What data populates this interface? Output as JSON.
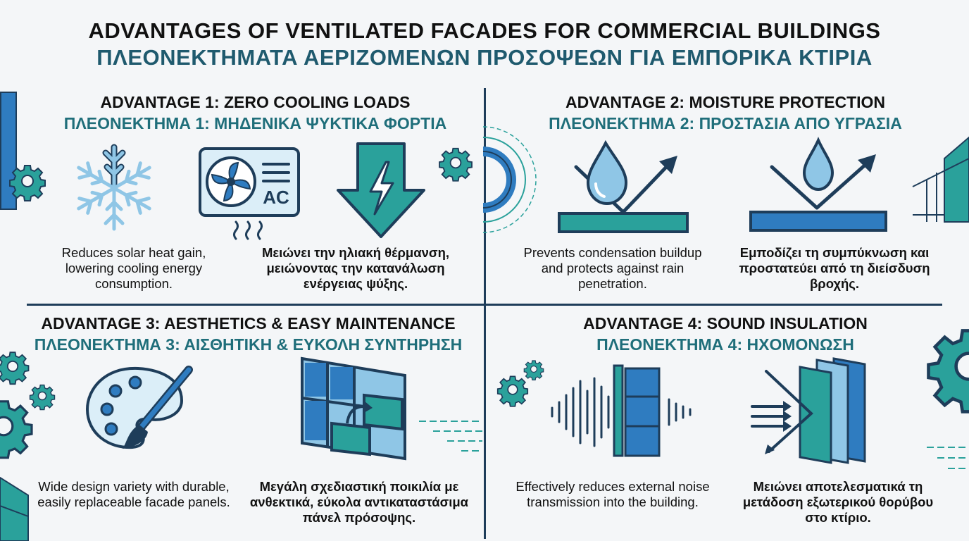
{
  "header": {
    "title_en": "ADVANTAGES OF VENTILATED FACADES FOR COMMERCIAL BUILDINGS",
    "title_gr": "ΠΛΕΟΝΕΚΤΗΜΑΤΑ ΑΕΡΙΖΟΜΕΝΩΝ ΠΡΟΣΟΨΕΩΝ ΓΙΑ ΕΜΠΟΡΙΚΑ ΚΤΙΡΙΑ"
  },
  "advantages": [
    {
      "title_en": "ADVANTAGE 1: ZERO COOLING LOADS",
      "title_gr": "ΠΛΕΟΝΕΚΤΗΜΑ 1: ΜΗΔΕΝΙΚΑ ΨΥΚΤΙΚΑ ΦΟΡΤΙΑ",
      "desc_en": [
        "Reduces solar heat gain,",
        "lowering cooling energy",
        "consumption."
      ],
      "desc_gr": [
        "Μειώνει την ηλιακή θέρμανση,",
        "μειώνοντας την κατανάλωση",
        "ενέργειας ψύξης."
      ],
      "icons": [
        "snowflake-icon",
        "ac-unit-icon",
        "down-arrow-lightning-icon"
      ],
      "ac_label": "AC"
    },
    {
      "title_en": "ADVANTAGE 2: MOISTURE PROTECTION",
      "title_gr": "ΠΛΕΟΝΕΚΤΗΜΑ 2: ΠΡΟΣΤΑΣΙΑ ΑΠΟ ΥΓΡΑΣΙΑ",
      "desc_en": [
        "Prevents condensation buildup",
        "and protects against rain",
        "penetration."
      ],
      "desc_gr": [
        "Εμποδίζει τη συμπύκνωση και",
        "προστατεύει από τη διείσδυση",
        "βροχής."
      ],
      "icons": [
        "droplet-deflect-icon",
        "droplet-deflect-icon"
      ]
    },
    {
      "title_en": "ADVANTAGE 3: AESTHETICS & EASY MAINTENANCE",
      "title_gr": "ΠΛΕΟΝΕΚΤΗΜΑ 3: ΑΙΣΘΗΤΙΚΗ & ΕΥΚΟΛΗ ΣΥΝΤΗΡΗΣΗ",
      "desc_en": [
        "Wide design variety with durable,",
        "easily replaceable facade panels."
      ],
      "desc_gr": [
        "Μεγάλη σχεδιαστική ποικιλία με",
        "ανθεκτικά, εύκολα αντικαταστάσιμα",
        "πάνελ πρόσοψης."
      ],
      "icons": [
        "palette-brush-icon",
        "panel-replace-icon"
      ]
    },
    {
      "title_en": "ADVANTAGE 4: SOUND INSULATION",
      "title_gr": "ΠΛΕΟΝΕΚΤΗΜΑ 4: ΗΧΟΜΟΝΩΣΗ",
      "desc_en": [
        "Effectively reduces external noise",
        "transmission into the building."
      ],
      "desc_gr": [
        "Μειώνει αποτελεσματικά τη",
        "μετάδοση εξωτερικού θορύβου",
        "στο κτίριο."
      ],
      "icons": [
        "sound-wave-wall-icon",
        "layered-panels-icon"
      ]
    }
  ],
  "colors": {
    "navy": "#1e3d5a",
    "teal": "#2aa19b",
    "blue": "#2f7cc0",
    "light_blue": "#8fc6e6",
    "greek_title": "#1f6e7a"
  }
}
